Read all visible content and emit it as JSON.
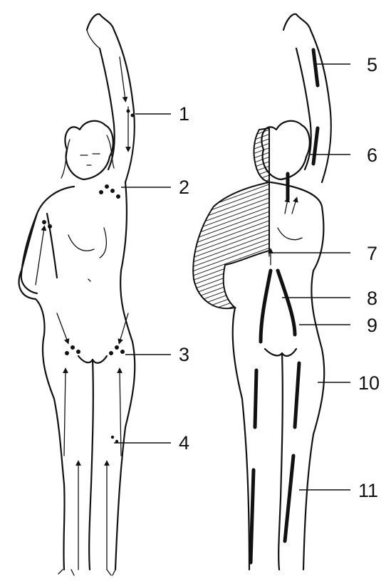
{
  "callouts": [
    "1",
    "2",
    "3",
    "4",
    "5",
    "6",
    "7",
    "8",
    "9",
    "10",
    "11"
  ],
  "colors": {
    "ink": "#111111",
    "paper": "#ffffff"
  }
}
